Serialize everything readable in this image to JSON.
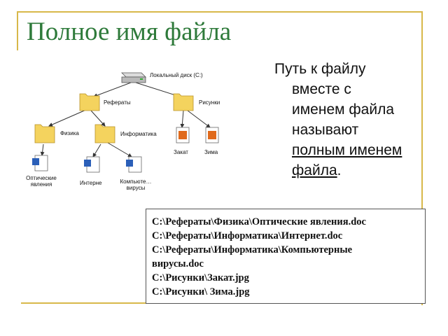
{
  "slide": {
    "title": "Полное имя файла",
    "accent_color": "#2e7a3a",
    "rule_color": "#d8b84a"
  },
  "tree": {
    "drive": {
      "label": "Локальный диск (C:)",
      "icon": "hard-drive-icon"
    },
    "folders": {
      "referaty": "Рефераты",
      "risunki": "Рисунки",
      "fizika": "Физика",
      "informatika": "Информатика"
    },
    "files": {
      "opticheskie_line1": "Оптические",
      "opticheskie_line2": "явления",
      "internet": "Интерне",
      "virusy_line1": "Компьюте…",
      "virusy_line2": "вирусы",
      "zakat": "Закат",
      "zima": "Зима"
    },
    "icons": {
      "folder": "folder-icon",
      "word_doc": "word-document-icon",
      "image": "image-file-icon"
    }
  },
  "description": {
    "line1": "Путь к файлу",
    "line2": "вместе с",
    "line3": "именем файла",
    "line4": "называют",
    "underlined_line5": "полным именем",
    "underlined_line6": "файла",
    "trailing_period": "."
  },
  "paths": [
    "C:\\Рефераты\\Физика\\Оптические явления.doc",
    "C:\\Рефераты\\Информатика\\Интернет.doc",
    "C:\\Рефераты\\Информатика\\Компьютерные",
    "вирусы.doc",
    "C:\\Рисунки\\Закат.jpg",
    "C:\\Рисунки\\ Зима.jpg"
  ]
}
